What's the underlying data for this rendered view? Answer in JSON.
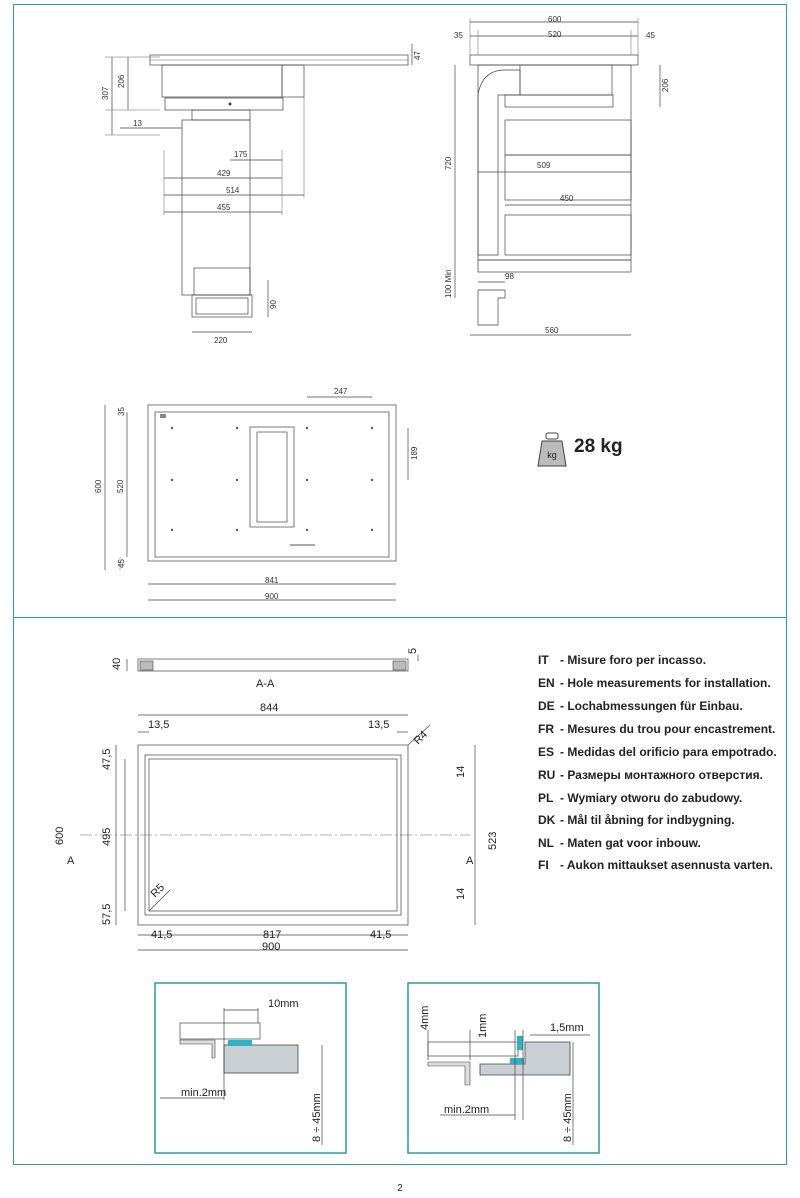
{
  "weight": {
    "value": "28 kg"
  },
  "languages": [
    {
      "code": "IT",
      "text": "- Misure foro per incasso."
    },
    {
      "code": "EN",
      "text": "- Hole measurements for installation."
    },
    {
      "code": "DE",
      "text": "- Lochabmessungen für Einbau."
    },
    {
      "code": "FR",
      "text": "- Mesures du trou pour encastrement."
    },
    {
      "code": "ES",
      "text": "- Medidas del orificio para empotrado."
    },
    {
      "code": "RU",
      "text": "- Размеры монтажного отверстия."
    },
    {
      "code": "PL",
      "text": "- Wymiary otworu do zabudowy."
    },
    {
      "code": "DK",
      "text": "- Mål til åbning for indbygning."
    },
    {
      "code": "NL",
      "text": "- Maten gat voor inbouw."
    },
    {
      "code": "FI",
      "text": "- Aukon mittaukset asennusta varten."
    }
  ],
  "front_view": {
    "d307": "307",
    "d206": "206",
    "d47": "47",
    "d13": "13",
    "d175": "175",
    "d429": "429",
    "d514": "514",
    "d455": "455",
    "d90": "90",
    "d220": "220"
  },
  "side_view": {
    "d600": "600",
    "d35": "35",
    "d520": "520",
    "d45": "45",
    "d206": "206",
    "d720": "720",
    "d509": "509",
    "d450": "450",
    "d100min": "100 Min",
    "d98": "98",
    "d560": "560"
  },
  "top_view": {
    "d247": "247",
    "d35": "35",
    "d189": "189",
    "d600": "600",
    "d520": "520",
    "d45": "45",
    "d841": "841",
    "d900": "900"
  },
  "section": {
    "d40": "40",
    "d5": "5",
    "label_aa": "A-A"
  },
  "cutout": {
    "d844": "844",
    "d13_5a": "13,5",
    "d13_5b": "13,5",
    "r4": "R4",
    "d47_5": "47,5",
    "d600": "600",
    "d495": "495",
    "a_left": "A",
    "a_right": "A",
    "d14a": "14",
    "d523": "523",
    "d14b": "14",
    "r5": "R5",
    "d57_5": "57,5",
    "d41_5a": "41,5",
    "d817": "817",
    "d41_5b": "41,5",
    "d900": "900"
  },
  "detail_left": {
    "d10mm": "10mm",
    "min2": "min.2mm",
    "range": "8 ÷ 45mm"
  },
  "detail_right": {
    "d4mm": "4mm",
    "d1mm": "1mm",
    "d1_5mm": "1,5mm",
    "min2": "min.2mm",
    "range": "8 ÷ 45mm"
  },
  "page_number": "2"
}
